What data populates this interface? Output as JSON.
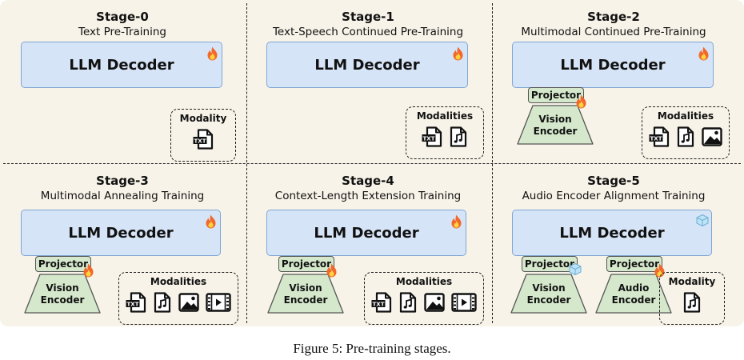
{
  "stages": [
    {
      "title": "Stage-0",
      "subtitle": "Text Pre-Training",
      "decoder": "LLM Decoder",
      "decoder_state": "trainable",
      "vision": null,
      "audio": null,
      "modalities": {
        "label": "Modality",
        "items": [
          "text"
        ]
      }
    },
    {
      "title": "Stage-1",
      "subtitle": "Text-Speech Continued Pre-Training",
      "decoder": "LLM Decoder",
      "decoder_state": "trainable",
      "vision": null,
      "audio": null,
      "modalities": {
        "label": "Modalities",
        "items": [
          "text",
          "audio"
        ]
      }
    },
    {
      "title": "Stage-2",
      "subtitle": "Multimodal Continued Pre-Training",
      "decoder": "LLM Decoder",
      "decoder_state": "trainable",
      "vision": {
        "projector": "Projector",
        "encoder_line1": "Vision",
        "encoder_line2": "Encoder",
        "state": "trainable"
      },
      "audio": null,
      "modalities": {
        "label": "Modalities",
        "items": [
          "text",
          "audio",
          "image"
        ]
      }
    },
    {
      "title": "Stage-3",
      "subtitle": "Multimodal Annealing Training",
      "decoder": "LLM Decoder",
      "decoder_state": "trainable",
      "vision": {
        "projector": "Projector",
        "encoder_line1": "Vision",
        "encoder_line2": "Encoder",
        "state": "trainable"
      },
      "audio": null,
      "modalities": {
        "label": "Modalities",
        "items": [
          "text",
          "audio",
          "image",
          "video"
        ]
      }
    },
    {
      "title": "Stage-4",
      "subtitle": "Context-Length Extension Training",
      "decoder": "LLM Decoder",
      "decoder_state": "trainable",
      "vision": {
        "projector": "Projector",
        "encoder_line1": "Vision",
        "encoder_line2": "Encoder",
        "state": "trainable"
      },
      "audio": null,
      "modalities": {
        "label": "Modalities",
        "items": [
          "text",
          "audio",
          "image",
          "video"
        ]
      }
    },
    {
      "title": "Stage-5",
      "subtitle": "Audio Encoder Alignment Training",
      "decoder": "LLM Decoder",
      "decoder_state": "frozen",
      "vision": {
        "projector": "Projector",
        "encoder_line1": "Vision",
        "encoder_line2": "Encoder",
        "state": "frozen"
      },
      "audio": {
        "projector": "Projector",
        "encoder_line1": "Audio",
        "encoder_line2": "Encoder",
        "state": "trainable"
      },
      "modalities": {
        "label": "Modality",
        "items": [
          "audio"
        ]
      }
    }
  ],
  "icon_labels": {
    "text": "TXT"
  },
  "colors": {
    "decoder_fill": "#d6e4f7",
    "decoder_border": "#7ea6d6",
    "encoder_fill": "#d5e8cc",
    "panel": "#f7f3e8"
  },
  "caption": "Figure 5: Pre-training stages."
}
